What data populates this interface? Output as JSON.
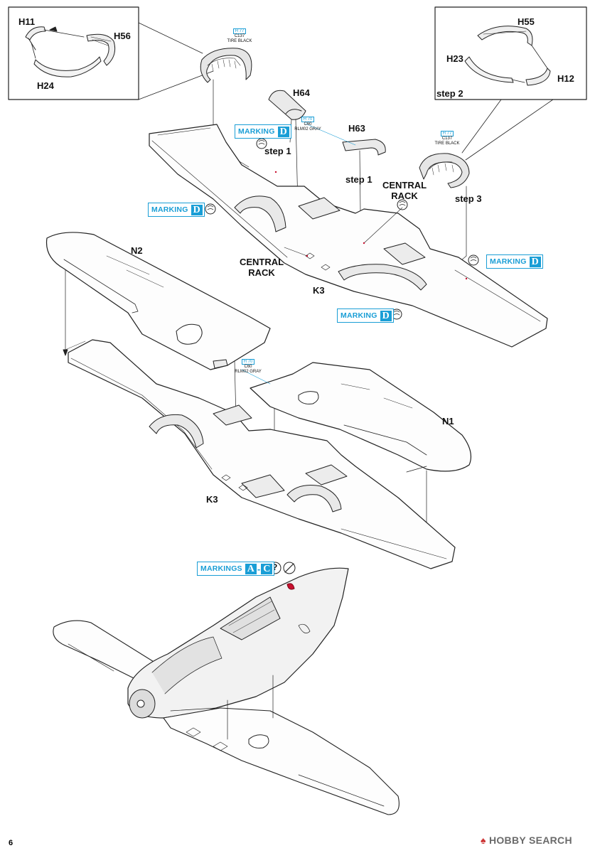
{
  "parts": {
    "h11": "H11",
    "h56": "H56",
    "h24": "H24",
    "h55": "H55",
    "h23": "H23",
    "h12": "H12",
    "h64": "H64",
    "h63": "H63",
    "n2": "N2",
    "n1": "N1",
    "k3_upper": "K3",
    "k3_lower": "K3"
  },
  "steps": {
    "step2": "step 2",
    "step3": "step 3",
    "step1_a": "step 1",
    "step1_b": "step 1"
  },
  "racks": {
    "right_line1": "CENTRAL",
    "right_line2": "RACK",
    "left_line1": "CENTRAL",
    "left_line2": "RACK"
  },
  "markings": {
    "word": "MARKING",
    "letter": "D",
    "multi_word": "MARKINGS",
    "multi_from": "A",
    "multi_sep": "-",
    "multi_to": "C"
  },
  "paint_tire": {
    "code1": "H 77",
    "code2": "C137",
    "name": "TIRE BLACK"
  },
  "paint_gray": {
    "code1": "H 70",
    "code2": "C60",
    "name": "RLM02 GRAY"
  },
  "symbols": {
    "question": "?"
  },
  "page_number": "6",
  "watermark": {
    "brand": "HOBBY SEARCH"
  }
}
